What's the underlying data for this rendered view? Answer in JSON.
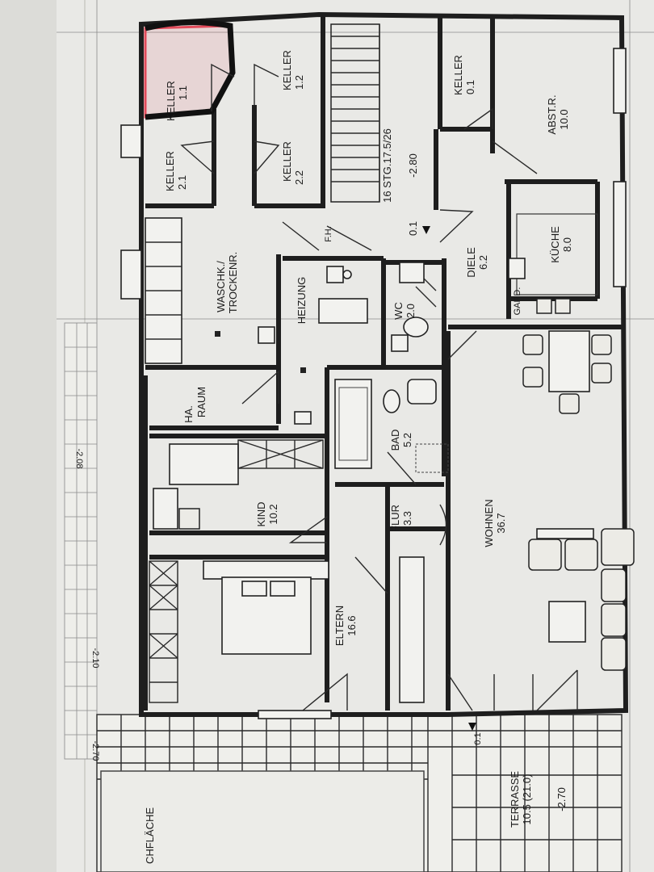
{
  "rooms": {
    "keller_11": {
      "name": "KELLER",
      "area": "1.1"
    },
    "keller_12": {
      "name": "KELLER",
      "area": "1.2"
    },
    "keller_21": {
      "name": "KELLER",
      "area": "2.1"
    },
    "keller_22": {
      "name": "KELLER",
      "area": "2.2"
    },
    "keller_01": {
      "name": "KELLER",
      "area": "0.1"
    },
    "abstr": {
      "name": "ABST.R.",
      "area": "10.0"
    },
    "kueche": {
      "name": "KÜCHE",
      "area": "8.0"
    },
    "diele": {
      "name": "DIELE",
      "area": "6.2"
    },
    "gard": {
      "name": "GARD."
    },
    "waschk": {
      "name1": "WASCHK./",
      "name2": "TROCKENR."
    },
    "fh": {
      "name": "F.H."
    },
    "heizung": {
      "name": "HEIZUNG"
    },
    "wc": {
      "name": "WC",
      "area": "2.0"
    },
    "haraum": {
      "name1": "HA.",
      "name2": "RAUM"
    },
    "bad": {
      "name": "BAD",
      "area": "5.2"
    },
    "kind": {
      "name": "KIND",
      "area": "10.2"
    },
    "flur": {
      "name": "FLUR",
      "area": "3.3"
    },
    "wohnen": {
      "name": "WOHNEN",
      "area": "36.7"
    },
    "eltern": {
      "name": "ELTERN",
      "area": "16.6"
    },
    "terrasse": {
      "name": "TERRASSE",
      "area": "10.5 (21.0)",
      "level": "-2.70"
    },
    "dachflaeche": {
      "name": "CHFLÄCHE"
    }
  },
  "stairs": {
    "label": "16 STG.17.5/26",
    "level": "-2.80"
  },
  "markers": {
    "level_01": "0.1",
    "section": "0.1"
  },
  "dimensions": {
    "left_208": "-2.08",
    "left_210": "-2.10",
    "left_270": "-2.70"
  },
  "colors": {
    "highlight": "#e24a5a",
    "wall": "#1e1e1e",
    "paper": "#e9e9e6"
  }
}
